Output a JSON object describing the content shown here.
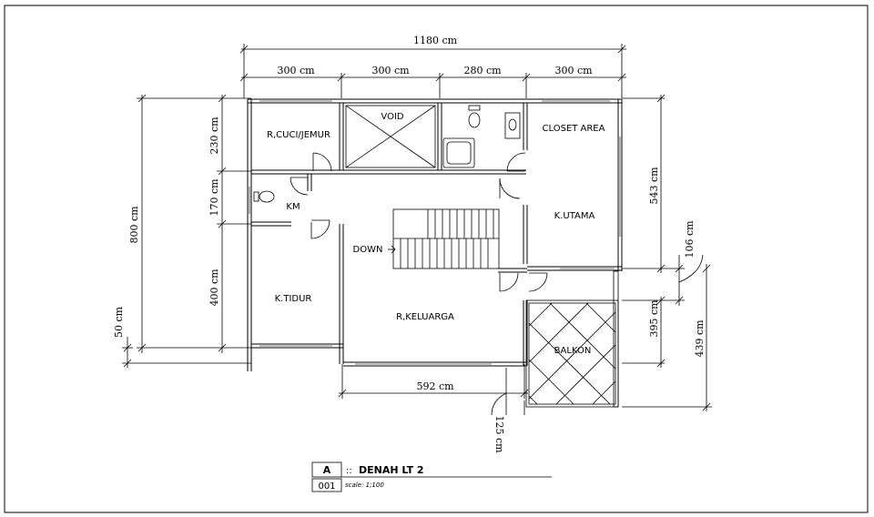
{
  "dimensions": {
    "total_width": "1180 cm",
    "seg1": "300 cm",
    "seg2": "300 cm",
    "seg3": "280 cm",
    "seg4": "300 cm",
    "total_depth": "800 cm",
    "left_230": "230 cm",
    "left_170": "170 cm",
    "left_400": "400 cm",
    "left_50": "50 cm",
    "right_543": "543 cm",
    "right_106": "106 cm",
    "right_395": "395 cm",
    "right_439": "439 cm",
    "bottom_592": "592 cm",
    "bottom_125": "125 cm"
  },
  "rooms": {
    "cuci": "R,CUCI/JEMUR",
    "void": "VOID",
    "closet": "CLOSET AREA",
    "km": "KM",
    "utama": "K.UTAMA",
    "down": "DOWN",
    "tidur": "K.TIDUR",
    "keluarga": "R,KELUARGA",
    "balkon": "BALKON"
  },
  "title_block": {
    "letter": "A",
    "separator": "::",
    "title": "DENAH LT 2",
    "number": "001",
    "scale": "scale: 1;100"
  }
}
